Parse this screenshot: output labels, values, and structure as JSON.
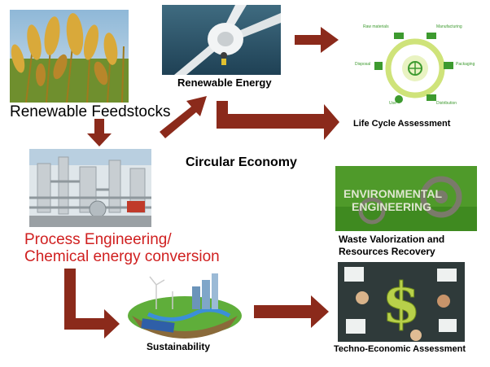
{
  "title": "Circular Economy",
  "nodes": {
    "feedstocks": "Renewable Feedstocks",
    "energy": "Renewable Energy",
    "lca": "Life Cycle Assessment",
    "process_line1": "Process Engineering/",
    "process_line2": "Chemical energy conversion",
    "waste_line1": "Waste Valorization and",
    "waste_line2": "Resources Recovery",
    "sustainability": "Sustainability",
    "tea": "Techno-Economic Assessment"
  },
  "lifecycle": {
    "stages": [
      "Raw materials",
      "Manufacturing",
      "Packaging",
      "Distribution",
      "Use",
      "Disposal"
    ]
  },
  "env_sign": {
    "line1": "ENVIRONMENTAL",
    "line2": "ENGINEERING"
  },
  "colors": {
    "arrow": "#8b2a1b",
    "process_text": "#d02020",
    "lifecycle_green": "#3d9a2f"
  }
}
